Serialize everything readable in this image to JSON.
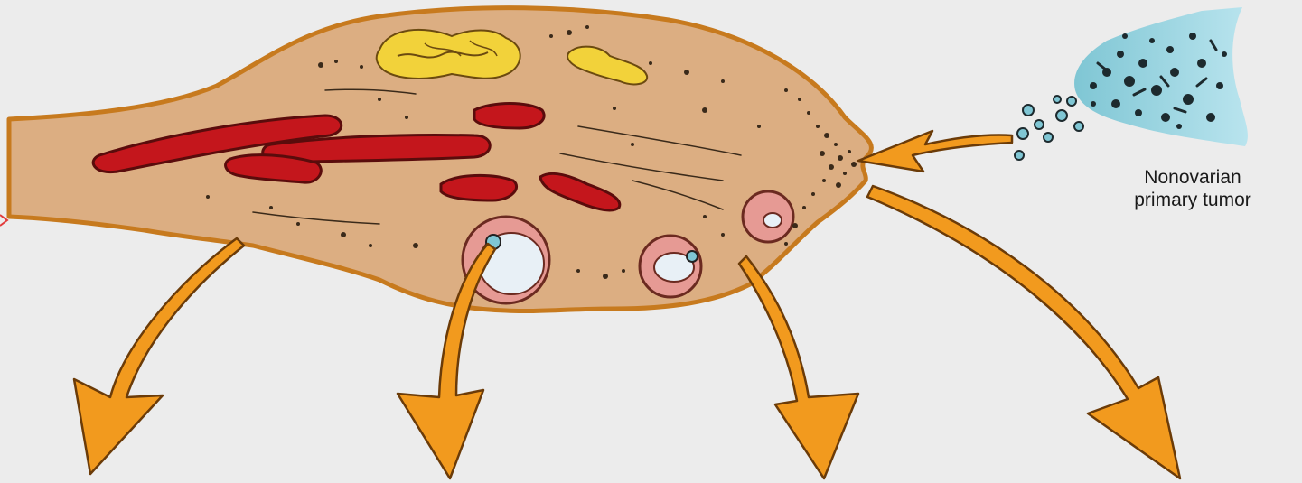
{
  "labels": {
    "tumor_line1": "Nonovarian",
    "tumor_line2": "primary tumor"
  },
  "colors": {
    "background": "#ececec",
    "ovary_fill": "#dcae82",
    "ovary_outline": "#c77a1e",
    "vessel": "#c4161c",
    "corpus": "#f2d23a",
    "follicle_ring": "#e69a94",
    "follicle_cavity": "#e8f0f6",
    "arrow": "#f29a1e",
    "tumor": "#8fcfdc"
  },
  "icons": {
    "ovary": "ovary-illustration",
    "tumor": "primary-tumor-illustration",
    "arrows": "metastasis-arrows"
  }
}
